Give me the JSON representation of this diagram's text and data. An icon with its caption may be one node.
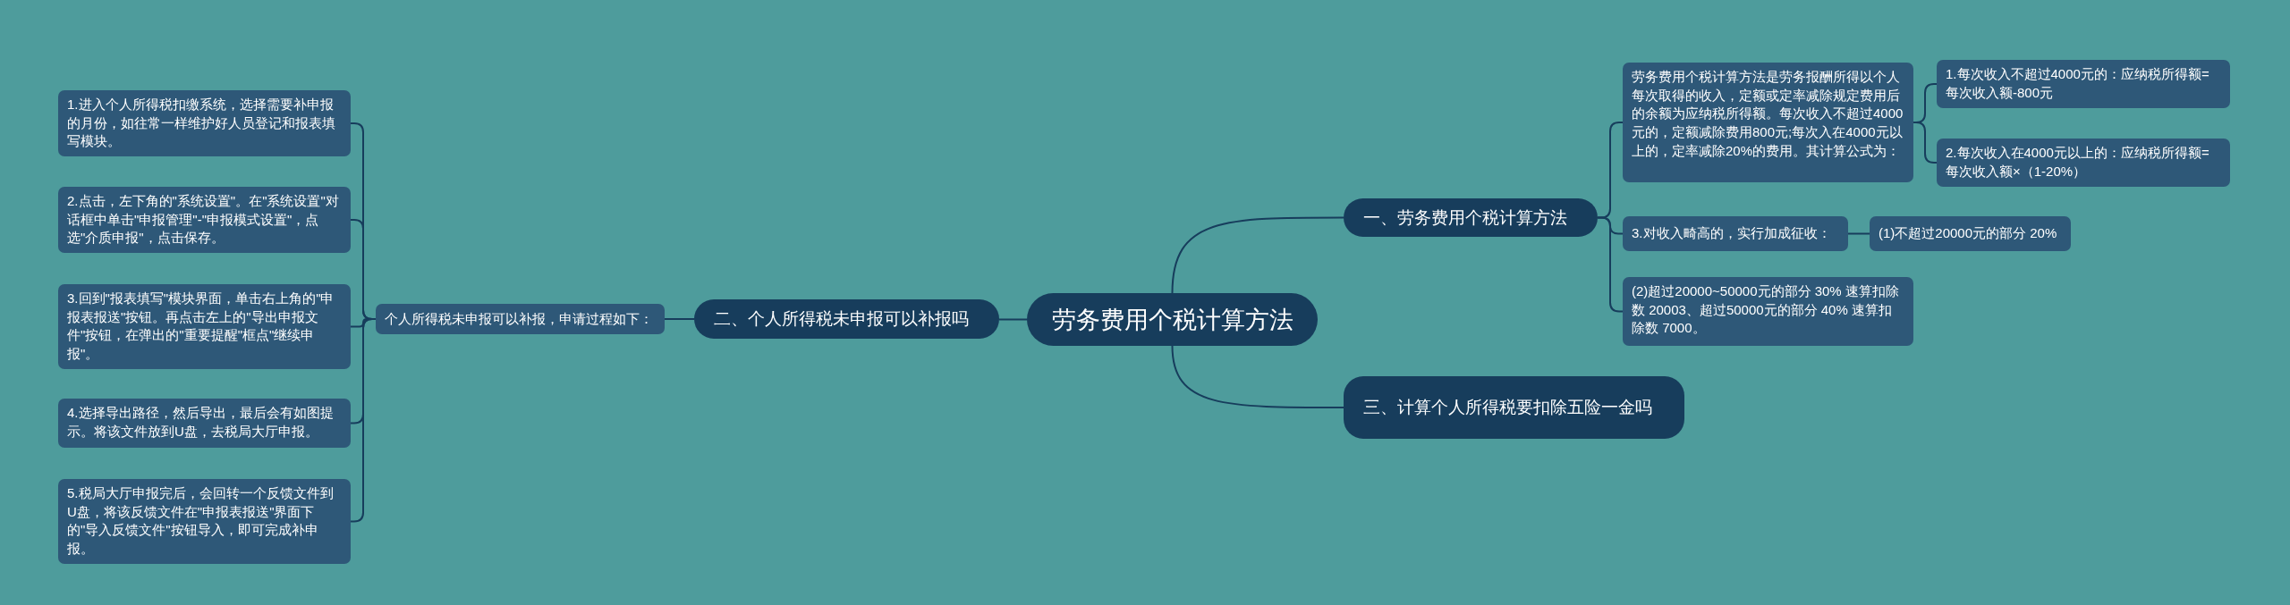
{
  "diagram": {
    "nodes": [
      {
        "text": [
          "劳务费用个税计算方法"
        ]
      },
      {
        "text": [
          "一、劳务费用个税计算方法"
        ]
      },
      {
        "text": [
          "劳务费用个税计算方法是劳务报酬所得以个人每次取得的收入，定额或定率减除规定费用后的余额为应纳税所得额。每次收入不超过4000元的，定额减除费用800元;每次入在4000元以上的，定率减除20%的费用。其计算公式为："
        ]
      },
      {
        "text": [
          "1.每次收入不超过4000元的：应纳税所得额=每次收入额-800元"
        ]
      },
      {
        "text": [
          "2.每次收入在4000元以上的：应纳税所得额=每次收入额×（1-20%）"
        ]
      },
      {
        "text": [
          "3.对收入畸高的，实行加成征收："
        ]
      },
      {
        "text": [
          "(1)不超过20000元的部分 20%"
        ]
      },
      {
        "text": [
          "(2)超过20000~50000元的部分 30% 速算扣除数 20003、超过50000元的部分 40% 速算扣除数 7000。"
        ]
      },
      {
        "text": [
          "二、个人所得税未申报可以补报吗"
        ]
      },
      {
        "text": [
          "个人所得税未申报可以补报，申请过程如下："
        ]
      },
      {
        "text": [
          "1.进入个人所得税扣缴系统，选择需要补申报的月份，如往常一样维护好人员登记和报表填写模块。"
        ]
      },
      {
        "text": [
          "2.点击，左下角的\"系统设置\"。在\"系统设置\"对话框中单击\"申报管理\"-\"申报模式设置\"，点选\"介质申报\"，点击保存。"
        ]
      },
      {
        "text": [
          "3.回到\"报表填写\"模块界面，单击右上角的\"申报表报送\"按钮。再点击左上的\"导出申报文件\"按钮，在弹出的\"重要提醒\"框点\"继续申报\"。"
        ]
      },
      {
        "text": [
          "4.选择导出路径，然后导出，最后会有如图提示。将该文件放到U盘，去税局大厅申报。"
        ]
      },
      {
        "text": [
          "5.税局大厅申报完后，会回转一个反馈文件到U盘，将该反馈文件在\"申报表报送\"界面下的\"导入反馈文件\"按钮导入，即可完成补申报。"
        ]
      },
      {
        "text": [
          "三、计算个人所得税要扣除五险一金吗"
        ]
      }
    ],
    "edges": [
      {
        "from": 0,
        "to": 1,
        "arrow": "none"
      },
      {
        "from": 1,
        "to": 2,
        "arrow": "none"
      },
      {
        "from": 2,
        "to": 3,
        "arrow": "none"
      },
      {
        "from": 2,
        "to": 4,
        "arrow": "none"
      },
      {
        "from": 1,
        "to": 5,
        "arrow": "none"
      },
      {
        "from": 5,
        "to": 6,
        "arrow": "none"
      },
      {
        "from": 1,
        "to": 7,
        "arrow": "none"
      },
      {
        "from": 0,
        "to": 8,
        "arrow": "none"
      },
      {
        "from": 8,
        "to": 9,
        "arrow": "none"
      },
      {
        "from": 9,
        "to": 10,
        "arrow": "none"
      },
      {
        "from": 9,
        "to": 11,
        "arrow": "none"
      },
      {
        "from": 9,
        "to": 12,
        "arrow": "none"
      },
      {
        "from": 9,
        "to": 13,
        "arrow": "none"
      },
      {
        "from": 9,
        "to": 14,
        "arrow": "none"
      },
      {
        "from": 0,
        "to": 15,
        "arrow": "none"
      }
    ]
  }
}
